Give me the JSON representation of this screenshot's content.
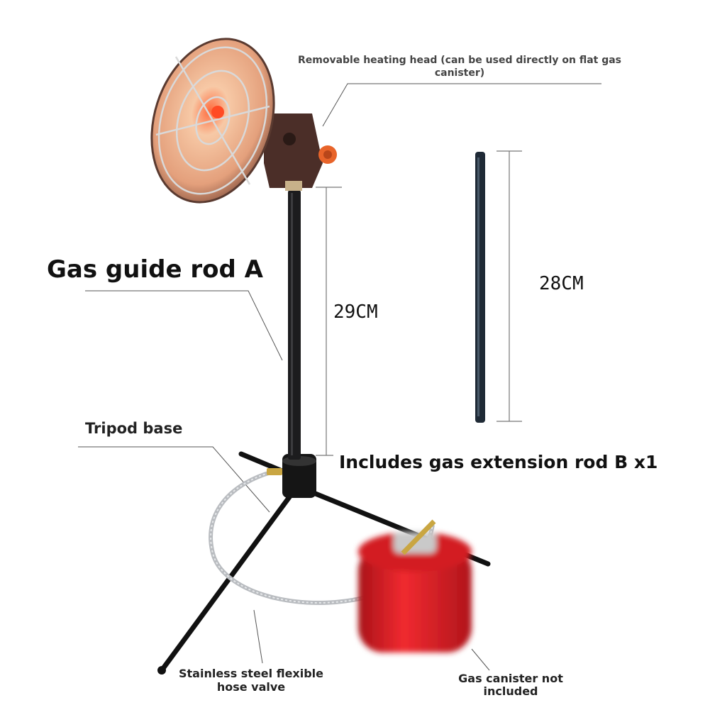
{
  "labels": {
    "heating_head": "Removable heating head (can be used directly on flat gas canister)",
    "guide_rod": "Gas guide rod A",
    "tripod": "Tripod base",
    "extension": "Includes gas extension rod B x1",
    "hose": "Stainless steel flexible hose valve",
    "canister": "Gas canister not included"
  },
  "dimensions": {
    "rod_a": "29CM",
    "rod_b": "28CM"
  },
  "colors": {
    "rod": "#1c1c1e",
    "rod_b": "#1f2a36",
    "reflector": "#e7b08a",
    "knob": "#e8642a",
    "canister": "#e21f26",
    "hose": "#b9bcc0"
  }
}
